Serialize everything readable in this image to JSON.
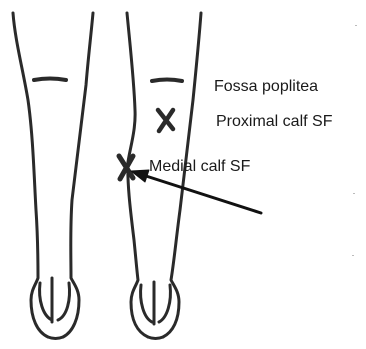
{
  "labels": {
    "fossa_poplitea": "Fossa poplitea",
    "proximal_calf_sf": "Proximal calf SF",
    "medial_calf_sf": "Medial calf SF"
  },
  "colors": {
    "ink": "#1a1a1a",
    "background": "#ffffff"
  }
}
